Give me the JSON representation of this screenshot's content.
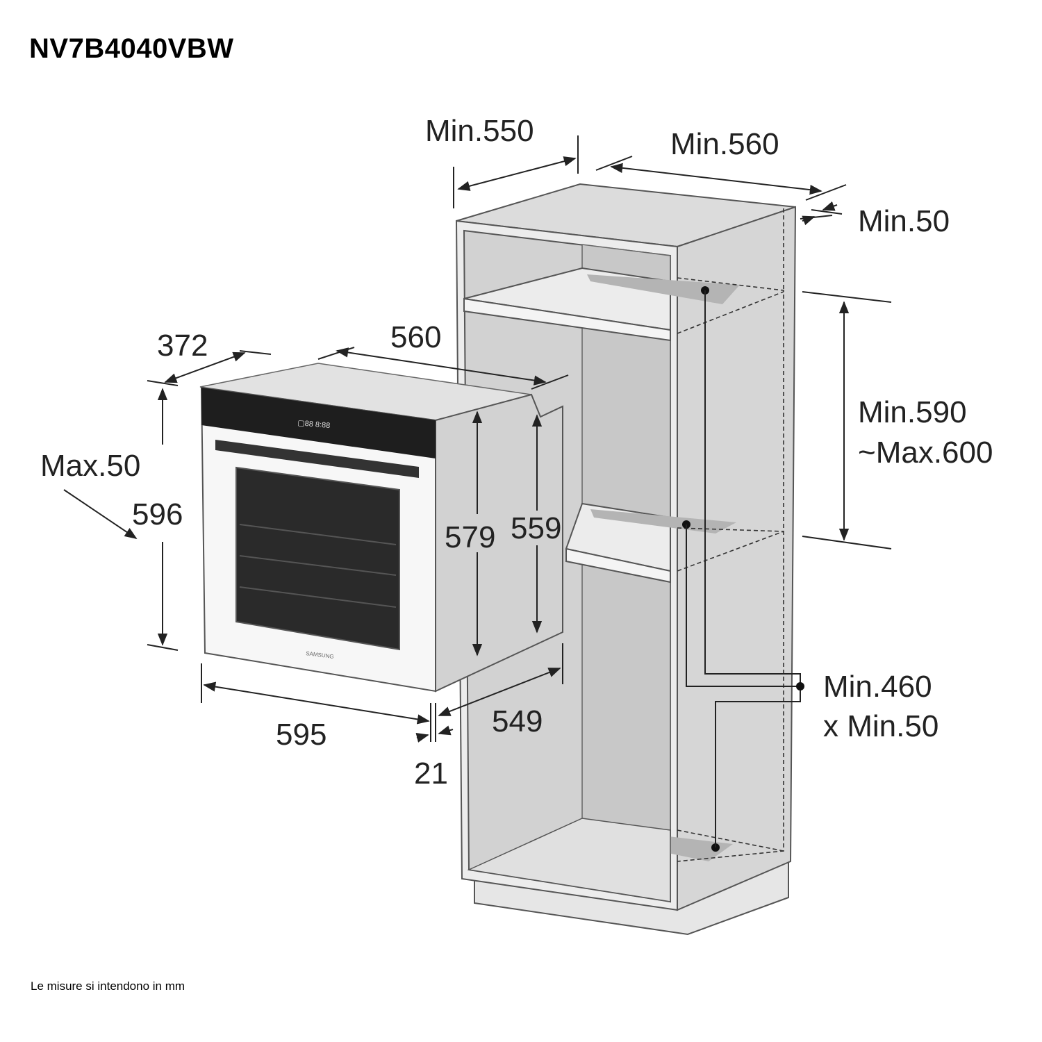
{
  "title": "NV7B4040VBW",
  "footnote": "Le misure si intendono in mm",
  "oven": {
    "brand": "SAMSUNG",
    "dims": {
      "depth_top": "372",
      "width_body": "560",
      "height": "596",
      "door_offset": "Max.50",
      "height_body": "579",
      "height_rear": "559",
      "width_front": "595",
      "depth_body": "549",
      "front_thickness": "21"
    }
  },
  "cabinet": {
    "dims": {
      "depth": "Min.550",
      "width": "Min.560",
      "rear_gap": "Min.50",
      "niche_height_line1": "Min.590",
      "niche_height_line2": "~Max.600",
      "vent_line1": "Min.460",
      "vent_line2": "x Min.50"
    }
  },
  "colors": {
    "panel": "#1e1e1e",
    "cabinet_front": "#e4e4e4",
    "cabinet_side": "#d4d4d4",
    "vent": "#b4b4b4"
  }
}
